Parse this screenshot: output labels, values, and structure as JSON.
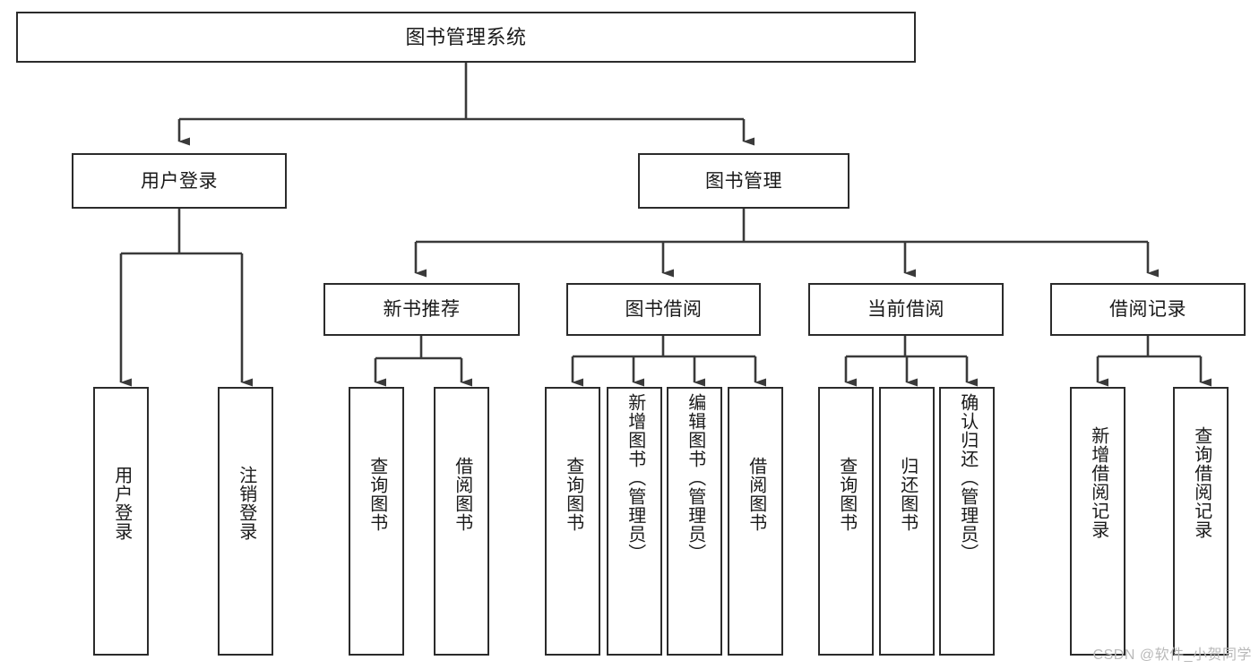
{
  "diagram": {
    "title": "图书管理系统",
    "type": "tree-hierarchy",
    "watermark": "CSDN @软件_小贺同学",
    "colors": {
      "box_border": "#2b2b2b",
      "box_fill": "#ffffff",
      "edge": "#3a3a3a",
      "text": "#1a1a1a",
      "watermark": "#b9b9b9"
    },
    "levels": {
      "level0": [
        {
          "id": "root",
          "label": "图书管理系统",
          "orientation": "horizontal"
        }
      ],
      "level1": [
        {
          "id": "user-login",
          "label": "用户登录",
          "orientation": "horizontal"
        },
        {
          "id": "book-manage",
          "label": "图书管理",
          "orientation": "horizontal"
        }
      ],
      "level2": [
        {
          "id": "new-book-rec",
          "label": "新书推荐",
          "orientation": "horizontal"
        },
        {
          "id": "book-borrow",
          "label": "图书借阅",
          "orientation": "horizontal"
        },
        {
          "id": "current-borrow",
          "label": "当前借阅",
          "orientation": "horizontal"
        },
        {
          "id": "borrow-record",
          "label": "借阅记录",
          "orientation": "horizontal"
        }
      ],
      "level3": [
        {
          "id": "leaf-user-login",
          "label": "用户登录",
          "orientation": "vertical",
          "parent": "user-login"
        },
        {
          "id": "leaf-logout",
          "label": "注销登录",
          "orientation": "vertical",
          "parent": "user-login"
        },
        {
          "id": "leaf-query-book-1",
          "label": "查询图书",
          "orientation": "vertical",
          "parent": "new-book-rec"
        },
        {
          "id": "leaf-borrow-book-1",
          "label": "借阅图书",
          "orientation": "vertical",
          "parent": "new-book-rec"
        },
        {
          "id": "leaf-query-book-2",
          "label": "查询图书",
          "orientation": "vertical",
          "parent": "book-borrow"
        },
        {
          "id": "leaf-add-book",
          "label": "新增图书（管理员）",
          "orientation": "vertical",
          "parent": "book-borrow"
        },
        {
          "id": "leaf-edit-book",
          "label": "编辑图书（管理员）",
          "orientation": "vertical",
          "parent": "book-borrow"
        },
        {
          "id": "leaf-borrow-book-2",
          "label": "借阅图书",
          "orientation": "vertical",
          "parent": "book-borrow"
        },
        {
          "id": "leaf-query-book-3",
          "label": "查询图书",
          "orientation": "vertical",
          "parent": "current-borrow"
        },
        {
          "id": "leaf-return-book",
          "label": "归还图书",
          "orientation": "vertical",
          "parent": "current-borrow"
        },
        {
          "id": "leaf-confirm-return",
          "label": "确认归还（管理员）",
          "orientation": "vertical",
          "parent": "current-borrow"
        },
        {
          "id": "leaf-add-record",
          "label": "新增借阅记录",
          "orientation": "vertical",
          "parent": "borrow-record"
        },
        {
          "id": "leaf-query-record",
          "label": "查询借阅记录",
          "orientation": "vertical",
          "parent": "borrow-record"
        }
      ]
    }
  }
}
